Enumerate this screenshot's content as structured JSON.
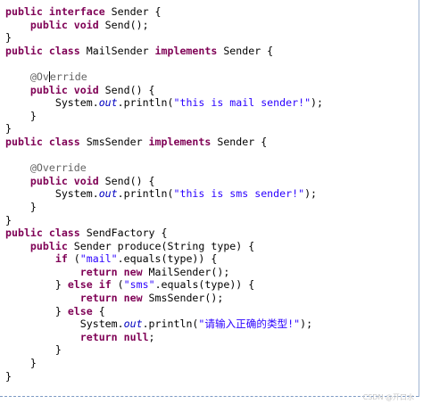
{
  "lines": [
    {
      "tokens": [
        {
          "t": "public interface",
          "c": "kw"
        },
        {
          "t": " Sender {",
          "c": ""
        }
      ]
    },
    {
      "tokens": [
        {
          "t": "    ",
          "c": ""
        },
        {
          "t": "public void",
          "c": "kw"
        },
        {
          "t": " Send();",
          "c": ""
        }
      ]
    },
    {
      "tokens": [
        {
          "t": "}",
          "c": ""
        }
      ]
    },
    {
      "tokens": [
        {
          "t": "public class",
          "c": "kw"
        },
        {
          "t": " MailSender ",
          "c": ""
        },
        {
          "t": "implements",
          "c": "kw"
        },
        {
          "t": " Sender {",
          "c": ""
        }
      ]
    },
    {
      "tokens": []
    },
    {
      "tokens": [
        {
          "t": "    ",
          "c": ""
        },
        {
          "t": "@Ov",
          "c": "ann"
        },
        {
          "t": "",
          "c": "caret"
        },
        {
          "t": "erride",
          "c": "ann"
        }
      ]
    },
    {
      "tokens": [
        {
          "t": "    ",
          "c": ""
        },
        {
          "t": "public void",
          "c": "kw"
        },
        {
          "t": " Send() {",
          "c": ""
        }
      ]
    },
    {
      "tokens": [
        {
          "t": "        System.",
          "c": ""
        },
        {
          "t": "out",
          "c": "fld"
        },
        {
          "t": ".println(",
          "c": ""
        },
        {
          "t": "\"this is mail sender!\"",
          "c": "str"
        },
        {
          "t": ");",
          "c": ""
        }
      ]
    },
    {
      "tokens": [
        {
          "t": "    }",
          "c": ""
        }
      ]
    },
    {
      "tokens": [
        {
          "t": "}",
          "c": ""
        }
      ]
    },
    {
      "tokens": [
        {
          "t": "public class",
          "c": "kw"
        },
        {
          "t": " SmsSender ",
          "c": ""
        },
        {
          "t": "implements",
          "c": "kw"
        },
        {
          "t": " Sender {",
          "c": ""
        }
      ]
    },
    {
      "tokens": []
    },
    {
      "tokens": [
        {
          "t": "    ",
          "c": ""
        },
        {
          "t": "@Override",
          "c": "ann"
        }
      ]
    },
    {
      "tokens": [
        {
          "t": "    ",
          "c": ""
        },
        {
          "t": "public void",
          "c": "kw"
        },
        {
          "t": " Send() {",
          "c": ""
        }
      ]
    },
    {
      "tokens": [
        {
          "t": "        System.",
          "c": ""
        },
        {
          "t": "out",
          "c": "fld"
        },
        {
          "t": ".println(",
          "c": ""
        },
        {
          "t": "\"this is sms sender!\"",
          "c": "str"
        },
        {
          "t": ");",
          "c": ""
        }
      ]
    },
    {
      "tokens": [
        {
          "t": "    }",
          "c": ""
        }
      ]
    },
    {
      "tokens": [
        {
          "t": "}",
          "c": ""
        }
      ]
    },
    {
      "tokens": [
        {
          "t": "public class",
          "c": "kw"
        },
        {
          "t": " SendFactory {",
          "c": ""
        }
      ]
    },
    {
      "tokens": [
        {
          "t": "    ",
          "c": ""
        },
        {
          "t": "public",
          "c": "kw"
        },
        {
          "t": " Sender produce(String type) {",
          "c": ""
        }
      ]
    },
    {
      "tokens": [
        {
          "t": "        ",
          "c": ""
        },
        {
          "t": "if",
          "c": "kw"
        },
        {
          "t": " (",
          "c": ""
        },
        {
          "t": "\"mail\"",
          "c": "str"
        },
        {
          "t": ".equals(type)) {",
          "c": ""
        }
      ]
    },
    {
      "tokens": [
        {
          "t": "            ",
          "c": ""
        },
        {
          "t": "return new",
          "c": "kw"
        },
        {
          "t": " MailSender();",
          "c": ""
        }
      ]
    },
    {
      "tokens": [
        {
          "t": "        } ",
          "c": ""
        },
        {
          "t": "else if",
          "c": "kw"
        },
        {
          "t": " (",
          "c": ""
        },
        {
          "t": "\"sms\"",
          "c": "str"
        },
        {
          "t": ".equals(type)) {",
          "c": ""
        }
      ]
    },
    {
      "tokens": [
        {
          "t": "            ",
          "c": ""
        },
        {
          "t": "return new",
          "c": "kw"
        },
        {
          "t": " SmsSender();",
          "c": ""
        }
      ]
    },
    {
      "tokens": [
        {
          "t": "        } ",
          "c": ""
        },
        {
          "t": "else",
          "c": "kw"
        },
        {
          "t": " {",
          "c": ""
        }
      ]
    },
    {
      "tokens": [
        {
          "t": "            System.",
          "c": ""
        },
        {
          "t": "out",
          "c": "fld"
        },
        {
          "t": ".println(",
          "c": ""
        },
        {
          "t": "\"请输入正确的类型!\"",
          "c": "str"
        },
        {
          "t": ");",
          "c": ""
        }
      ]
    },
    {
      "tokens": [
        {
          "t": "            ",
          "c": ""
        },
        {
          "t": "return null",
          "c": "kw"
        },
        {
          "t": ";",
          "c": ""
        }
      ]
    },
    {
      "tokens": [
        {
          "t": "        }",
          "c": ""
        }
      ]
    },
    {
      "tokens": [
        {
          "t": "    }",
          "c": ""
        }
      ]
    },
    {
      "tokens": [
        {
          "t": "}",
          "c": ""
        }
      ]
    }
  ],
  "watermark": "CSDN @开口水"
}
